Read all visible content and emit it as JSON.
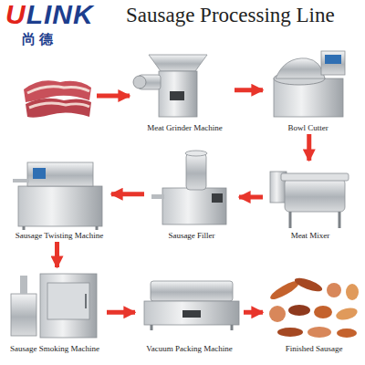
{
  "diagram": {
    "title": "Sausage Processing Line",
    "nodes": [
      {
        "text": [
          "Meat Grinder Machine"
        ]
      },
      {
        "text": [
          "Bowl Cutter"
        ]
      },
      {
        "text": [
          "Meat Mixer"
        ]
      },
      {
        "text": [
          "Sausage Filler"
        ]
      },
      {
        "text": [
          "Sausage Twisting Machine"
        ]
      },
      {
        "text": [
          "Sausage Smoking Machine"
        ]
      },
      {
        "text": [
          "Vacuum Packing Machine"
        ]
      },
      {
        "text": [
          "Finished Sausage"
        ]
      }
    ],
    "edges": [
      {
        "from": 0,
        "to": 1,
        "arrow": "to"
      },
      {
        "from": 1,
        "to": 2,
        "arrow": "to"
      },
      {
        "from": 2,
        "to": 3,
        "arrow": "to"
      },
      {
        "from": 3,
        "to": 4,
        "arrow": "to"
      },
      {
        "from": 4,
        "to": 5,
        "arrow": "to"
      },
      {
        "from": 5,
        "to": 6,
        "arrow": "to"
      },
      {
        "from": 6,
        "to": 7,
        "arrow": "to"
      }
    ],
    "labels": [
      "ULINK",
      "尚德"
    ]
  }
}
